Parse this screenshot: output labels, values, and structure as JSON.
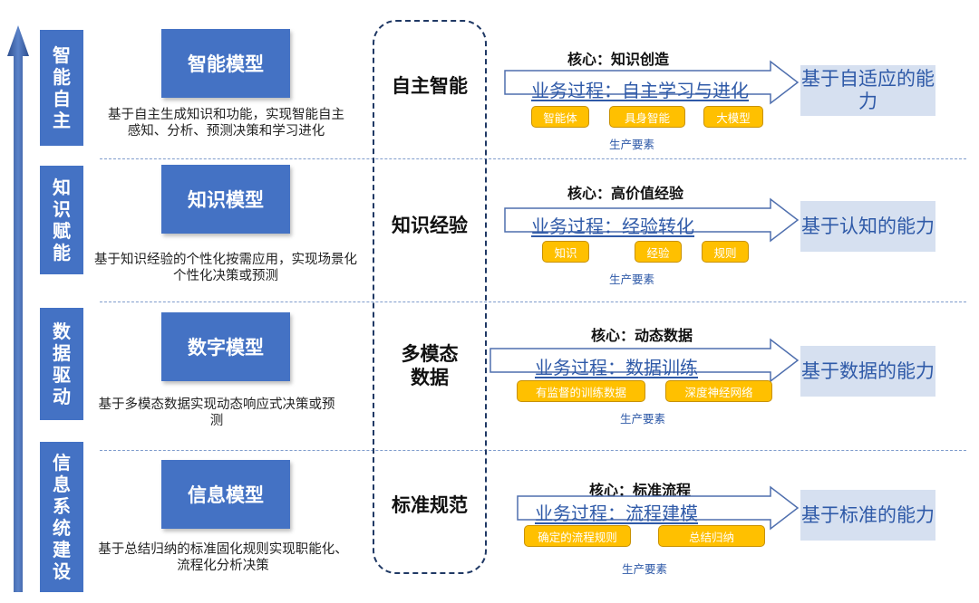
{
  "stages": [
    {
      "label": "智能自主"
    },
    {
      "label": "知识赋能"
    },
    {
      "label": "数据驱动"
    },
    {
      "label": "信息系统建设"
    }
  ],
  "models": [
    {
      "name": "智能模型",
      "description": "基于自主生成知识和功能，实现智能自主感知、分析、预测决策和学习进化"
    },
    {
      "name": "知识模型",
      "description": "基于知识经验的个性化按需应用，实现场景化个性化决策或预测"
    },
    {
      "name": "数字模型",
      "description": "基于多模态数据实现动态响应式决策或预测"
    },
    {
      "name": "信息模型",
      "description": "基于总结归纳的标准固化规则实现职能化、流程化分析决策"
    }
  ],
  "centers": [
    {
      "label": "自主智能"
    },
    {
      "label": "知识经验"
    },
    {
      "label": "多模态数据"
    },
    {
      "label": "标准规范"
    }
  ],
  "rows": [
    {
      "core": "核心：知识创造",
      "process": "业务过程：自主学习与进化",
      "factors": [
        "智能体",
        "具身智能",
        "大模型"
      ],
      "factor_caption": "生产要素",
      "capability": "基于自适应的能力"
    },
    {
      "core": "核心：高价值经验",
      "process": "业务过程：经验转化",
      "factors": [
        "知识",
        "经验",
        "规则"
      ],
      "factor_caption": "生产要素",
      "capability": "基于认知的能力"
    },
    {
      "core": "核心：动态数据",
      "process": "业务过程：数据训练",
      "factors": [
        "有监督的训练数据",
        "深度神经网络"
      ],
      "factor_caption": "生产要素",
      "capability": "基于数据的能力"
    },
    {
      "core": "核心：标准流程",
      "process": "业务过程：流程建模",
      "factors": [
        "确定的流程规则",
        "总结归纳"
      ],
      "factor_caption": "生产要素",
      "capability": "基于标准的能力"
    }
  ],
  "colors": {
    "primary_blue": "#4472c4",
    "text_blue": "#2f5aa8",
    "capability_bg": "#d6e0f0",
    "factor_tag": "#ffc000",
    "frame": "#1f3864"
  }
}
